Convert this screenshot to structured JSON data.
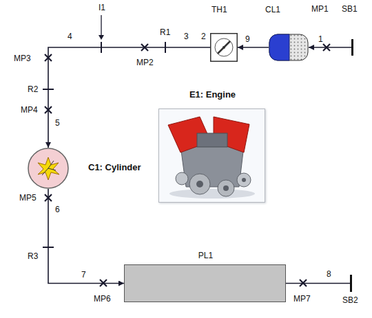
{
  "diagram": {
    "nodes": [
      {
        "text": [
          "SB1"
        ]
      },
      {
        "text": [
          "CL1"
        ]
      },
      {
        "text": [
          "TH1"
        ]
      },
      {
        "text": [
          "E1: Engine"
        ]
      },
      {
        "text": [
          "C1: Cylinder"
        ]
      },
      {
        "text": [
          "PL1"
        ]
      },
      {
        "text": [
          "SB2"
        ]
      }
    ],
    "edges": [
      {
        "from": 0,
        "to": 1,
        "arrow": "to"
      },
      {
        "from": 1,
        "to": 2,
        "arrow": "to"
      },
      {
        "from": 2,
        "to": 4,
        "arrow": "to"
      },
      {
        "from": 4,
        "to": 5,
        "arrow": "to"
      },
      {
        "from": 5,
        "to": 6,
        "arrow": "none"
      }
    ],
    "labels": [
      "MP1",
      "1",
      "9",
      "2",
      "3",
      "R1",
      "MP2",
      "I1",
      "4",
      "MP3",
      "R2",
      "MP4",
      "5",
      "MP5",
      "6",
      "R3",
      "7",
      "MP6",
      "8",
      "MP7"
    ]
  }
}
